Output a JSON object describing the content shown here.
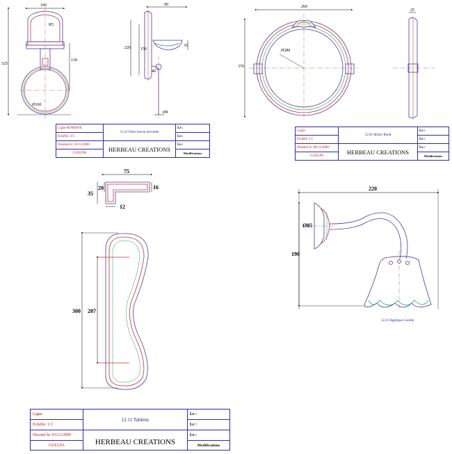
{
  "drawing_1": {
    "dims": {
      "width": "100",
      "height": "325",
      "ring_height": "130",
      "ring_dia": "Ø160",
      "cup_r": "R5"
    },
    "side_dims": {
      "width": "90",
      "height": "220",
      "mid": "150",
      "cup": "35",
      "arm": "40",
      "rod": "Ø8"
    },
    "title_block": {
      "ligne": "Ligne  ROMANE",
      "echelle": "Echelle:  2/5",
      "dessine": "Dessiné le:  03/11/2000",
      "author": "GUELPA",
      "product": "11.21 Porte Savon Serviette",
      "company": "HERBEAU CREATIONS",
      "le1": "Le :",
      "le2": "Le :",
      "le3": "Le :",
      "modifications": "Modifications"
    }
  },
  "drawing_2": {
    "dims": {
      "width": "260",
      "height": "370",
      "inner": "Ø280",
      "side": "25"
    },
    "title_block": {
      "ligne": "Ligne",
      "echelle": "Echelle  1/3",
      "dessine": "Dessiné le:  06/11/2000",
      "author": "GUELPA",
      "product": "12.01 Miroir Rond",
      "company": "HERBEAU CREATIONS",
      "le1": "Le :",
      "le2": "Le :",
      "le3": "Le :",
      "modifications": "Modifications"
    }
  },
  "drawing_3": {
    "dims": {
      "top_width": "75",
      "top_h": "35",
      "top_inner": "20",
      "top_right": "16",
      "top_bottom": "12",
      "height": "300",
      "inner": "207"
    },
    "title_block": {
      "ligne": "Ligne",
      "echelle": "Echelle:  1/2",
      "dessine": "Dessiné le:  03/11/2000",
      "author": "GUELPA",
      "product": "12.11  Tablette",
      "company": "HERBEAU CREATIONS",
      "le1": "Le :",
      "le2": "Le :",
      "le3": "Le :",
      "modifications": "Modifications"
    }
  },
  "drawing_4": {
    "dims": {
      "width": "220",
      "height": "190",
      "dia": "Ø85"
    },
    "caption": "12.21 Applique Corolle"
  }
}
